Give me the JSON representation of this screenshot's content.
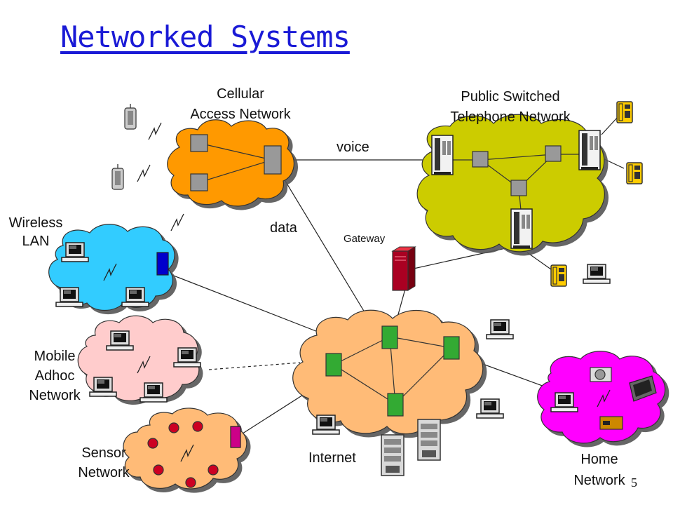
{
  "title": "Networked Systems",
  "page_number": "5",
  "labels": {
    "cellular_line1": "Cellular",
    "cellular_line2": "Access Network",
    "pstn_line1": "Public Switched",
    "pstn_line2": "Telephone Network",
    "voice": "voice",
    "data": "data",
    "gateway": "Gateway",
    "wlan_line1": "Wireless",
    "wlan_line2": "LAN",
    "adhoc_line1": "Mobile",
    "adhoc_line2": "Adhoc",
    "adhoc_line3": "Network",
    "sensor_line1": "Sensor",
    "sensor_line2": "Network",
    "internet": "Internet",
    "home_line1": "Home",
    "home_line2": "Network"
  },
  "colors": {
    "title": "#1a1ad6",
    "cellular_cloud": "#ff9900",
    "pstn_cloud": "#cccc00",
    "wlan_cloud": "#33ccff",
    "adhoc_cloud": "#ffcccc",
    "sensor_cloud": "#ffbb77",
    "internet_cloud": "#ffbb77",
    "home_cloud": "#ff00ff",
    "router": "#33aa33",
    "gateway": "#aa0022",
    "sensor_node": "#cc0022"
  }
}
